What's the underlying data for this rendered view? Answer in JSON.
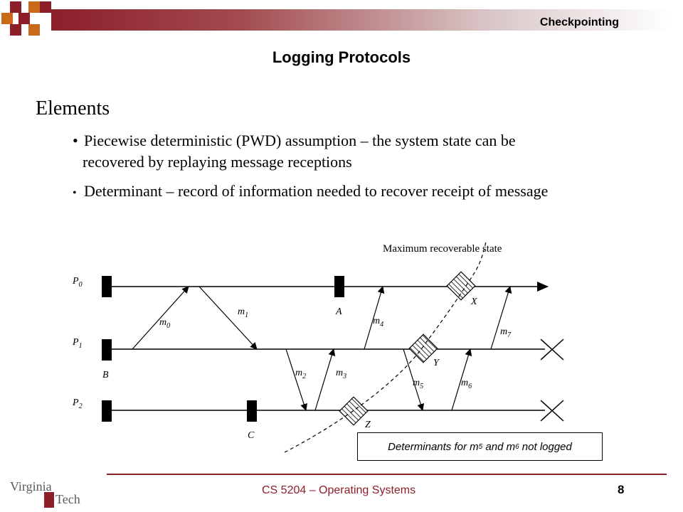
{
  "header": {
    "section": "Checkpointing"
  },
  "title": "Logging Protocols",
  "content": {
    "heading": "Elements",
    "bullet1_line1": "Piecewise deterministic (PWD) assumption – the system state can be",
    "bullet1_line2": "recovered by replaying message receptions",
    "bullet2": "Determinant – record of information needed to recover receipt of message",
    "bullet_glyph": "•"
  },
  "diagram": {
    "caption": "Maximum recoverable state",
    "processes": [
      {
        "label": "P",
        "sub": "0"
      },
      {
        "label": "P",
        "sub": "1"
      },
      {
        "label": "P",
        "sub": "2"
      }
    ],
    "checkpoints": [
      "A",
      "B",
      "C"
    ],
    "states": [
      "X",
      "Y",
      "Z"
    ],
    "messages": [
      {
        "label": "m",
        "sub": "0"
      },
      {
        "label": "m",
        "sub": "1"
      },
      {
        "label": "m",
        "sub": "2"
      },
      {
        "label": "m",
        "sub": "3"
      },
      {
        "label": "m",
        "sub": "4"
      },
      {
        "label": "m",
        "sub": "5"
      },
      {
        "label": "m",
        "sub": "6"
      },
      {
        "label": "m",
        "sub": "7"
      }
    ],
    "note": {
      "prefix": "Determinants for m",
      "sub1": "5",
      "mid": " and m",
      "sub2": "6",
      "suffix": " not logged"
    }
  },
  "footer": {
    "course": "CS 5204 – Operating Systems",
    "page": "8",
    "logo_text": [
      "Virginia",
      "Tech"
    ]
  },
  "colors": {
    "maroon": "#8c1f2a",
    "orange": "#c96a1b"
  }
}
